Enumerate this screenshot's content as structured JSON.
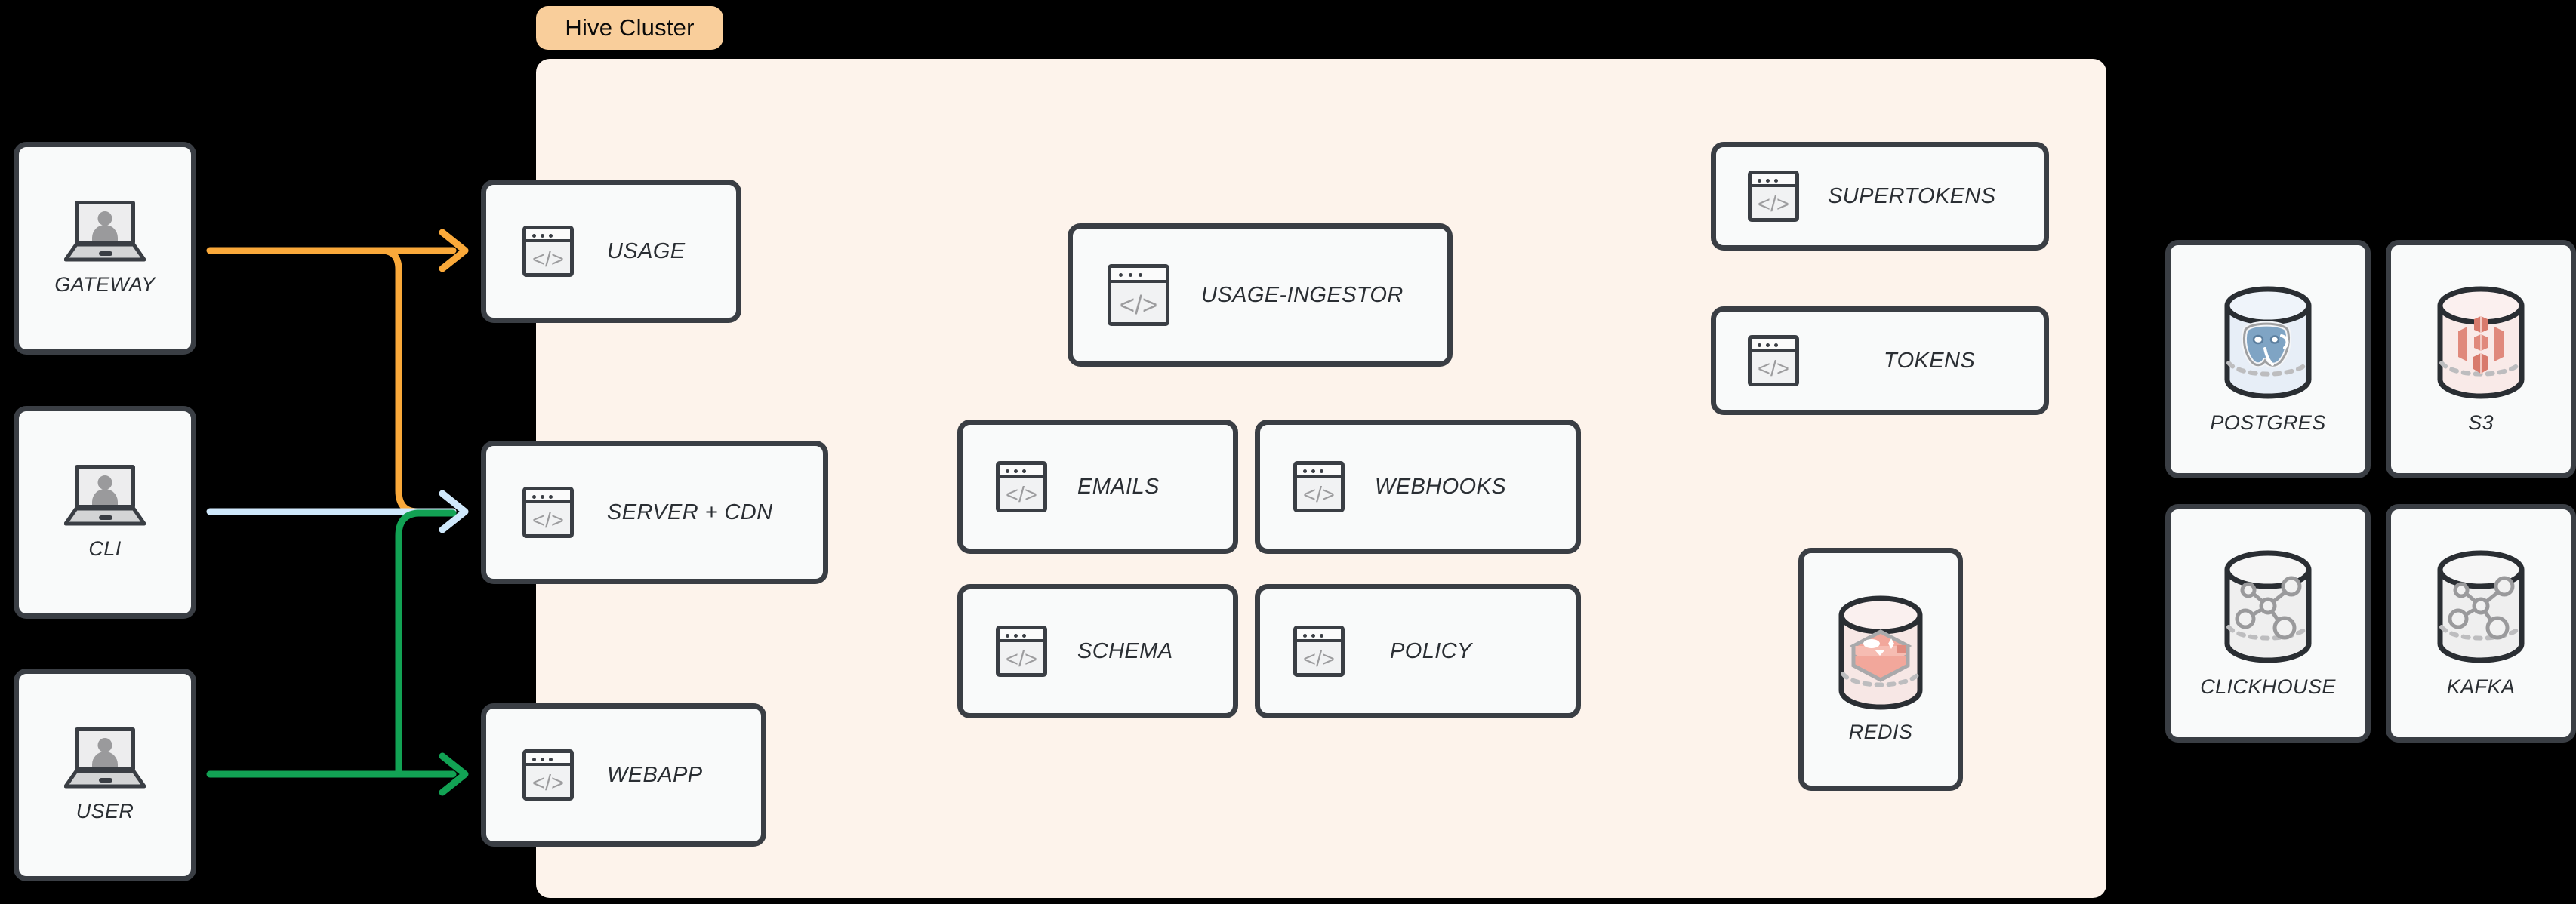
{
  "diagram": {
    "title": "Hive Cluster architecture diagram",
    "background_color": "#000000"
  },
  "cluster": {
    "tag_label": "Hive Cluster",
    "tag_bg": "#F9CE9B",
    "panel_bg": "#FDF3EB"
  },
  "clients": [
    {
      "label": "GATEWAY",
      "icon": "laptop-user-icon"
    },
    {
      "label": "CLI",
      "icon": "laptop-user-icon"
    },
    {
      "label": "USER",
      "icon": "laptop-user-icon"
    }
  ],
  "edge_services": [
    {
      "label": "USAGE",
      "icon": "code-window-icon"
    },
    {
      "label": "SERVER + CDN",
      "icon": "code-window-icon"
    },
    {
      "label": "WEBAPP",
      "icon": "code-window-icon"
    }
  ],
  "core_services": [
    {
      "label": "USAGE-INGESTOR",
      "icon": "code-window-icon"
    },
    {
      "label": "EMAILS",
      "icon": "code-window-icon"
    },
    {
      "label": "WEBHOOKS",
      "icon": "code-window-icon"
    },
    {
      "label": "SCHEMA",
      "icon": "code-window-icon"
    },
    {
      "label": "POLICY",
      "icon": "code-window-icon"
    }
  ],
  "auth_services": [
    {
      "label": "SUPERTOKENS",
      "icon": "code-window-icon"
    },
    {
      "label": "TOKENS",
      "icon": "code-window-icon"
    }
  ],
  "cache": {
    "label": "REDIS",
    "icon": "redis-database-icon",
    "accent": "#F2A79B"
  },
  "datastores": [
    {
      "label": "POSTGRES",
      "icon": "postgres-database-icon",
      "accent": "#7FA4C4"
    },
    {
      "label": "S3",
      "icon": "s3-database-icon",
      "accent": "#E0897C"
    },
    {
      "label": "CLICKHOUSE",
      "icon": "graph-database-icon",
      "accent": "#9A9A9C"
    },
    {
      "label": "KAFKA",
      "icon": "graph-database-icon",
      "accent": "#9A9A9C"
    }
  ],
  "connections": [
    {
      "from": "GATEWAY",
      "to": "USAGE",
      "color": "#FAA93A"
    },
    {
      "from": "GATEWAY",
      "to": "SERVER + CDN",
      "color": "#FAA93A"
    },
    {
      "from": "CLI",
      "to": "SERVER + CDN",
      "color": "#CFE8FB"
    },
    {
      "from": "USER",
      "to": "SERVER + CDN",
      "color": "#12A254"
    },
    {
      "from": "USER",
      "to": "WEBAPP",
      "color": "#12A254"
    }
  ],
  "icon_glyphs": {
    "code": "</>"
  }
}
